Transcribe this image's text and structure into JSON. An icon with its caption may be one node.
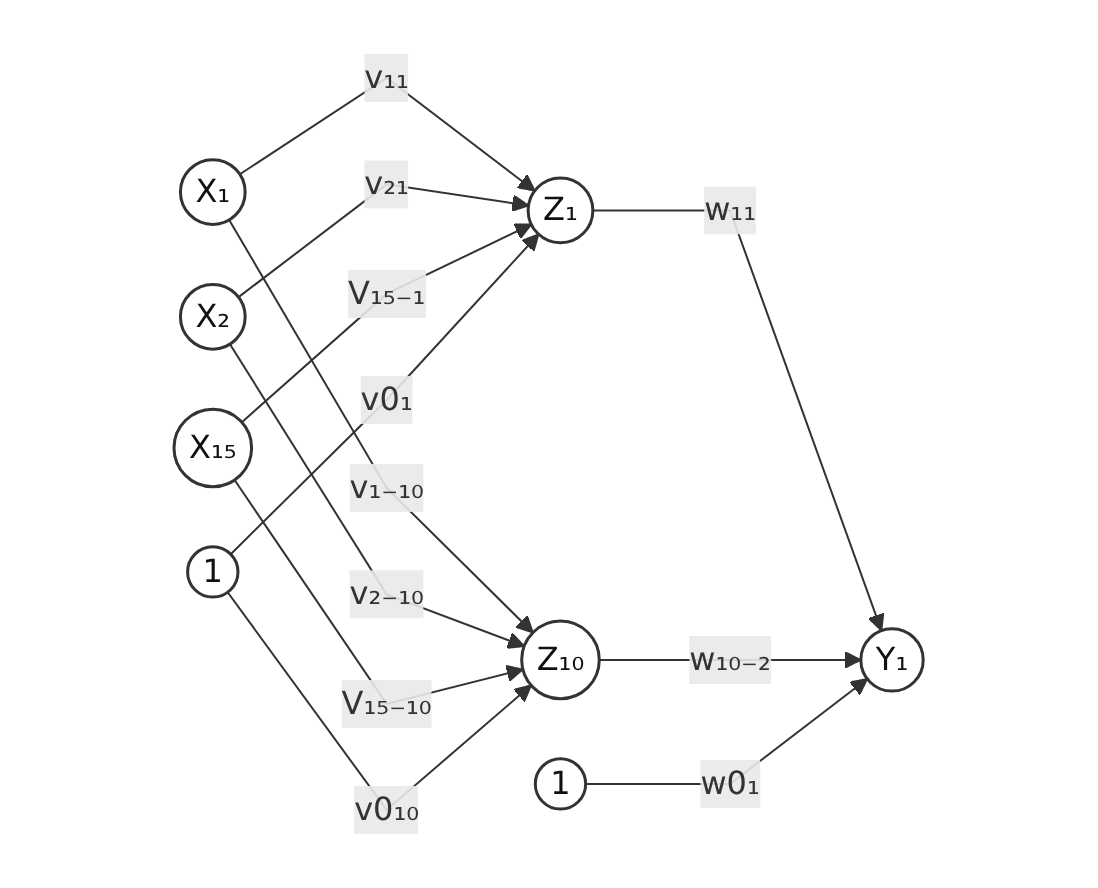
{
  "diagram": {
    "nodes": [
      {
        "text": [
          "X₁"
        ]
      },
      {
        "text": [
          "X₂"
        ]
      },
      {
        "text": [
          "X₁₅"
        ]
      },
      {
        "text": [
          "Z₁"
        ]
      },
      {
        "text": [
          "Z₁₀"
        ]
      },
      {
        "text": [
          "Y₁"
        ]
      },
      {
        "text": [
          "1"
        ]
      },
      {
        "text": [
          "1"
        ]
      }
    ],
    "edges": [
      {
        "from": 0,
        "to": 3,
        "arrow": "to",
        "label": "v₁₁"
      },
      {
        "from": 0,
        "to": 4,
        "arrow": "to",
        "label": "v₁₋₁₀"
      },
      {
        "from": 1,
        "to": 3,
        "arrow": "to",
        "label": "v₂₁"
      },
      {
        "from": 1,
        "to": 4,
        "arrow": "to",
        "label": "v₂₋₁₀"
      },
      {
        "from": 2,
        "to": 3,
        "arrow": "to",
        "label": "V₁₅₋₁"
      },
      {
        "from": 2,
        "to": 4,
        "arrow": "to",
        "label": "V₁₅₋₁₀"
      },
      {
        "from": 6,
        "to": 3,
        "arrow": "to",
        "label": "v0₁"
      },
      {
        "from": 6,
        "to": 4,
        "arrow": "to",
        "label": "v0₁₀"
      },
      {
        "from": 3,
        "to": 5,
        "arrow": "to",
        "label": "w₁₁"
      },
      {
        "from": 4,
        "to": 5,
        "arrow": "to",
        "label": "w₁₀₋₂"
      },
      {
        "from": 7,
        "to": 5,
        "arrow": "to",
        "label": "w0₁"
      }
    ]
  }
}
